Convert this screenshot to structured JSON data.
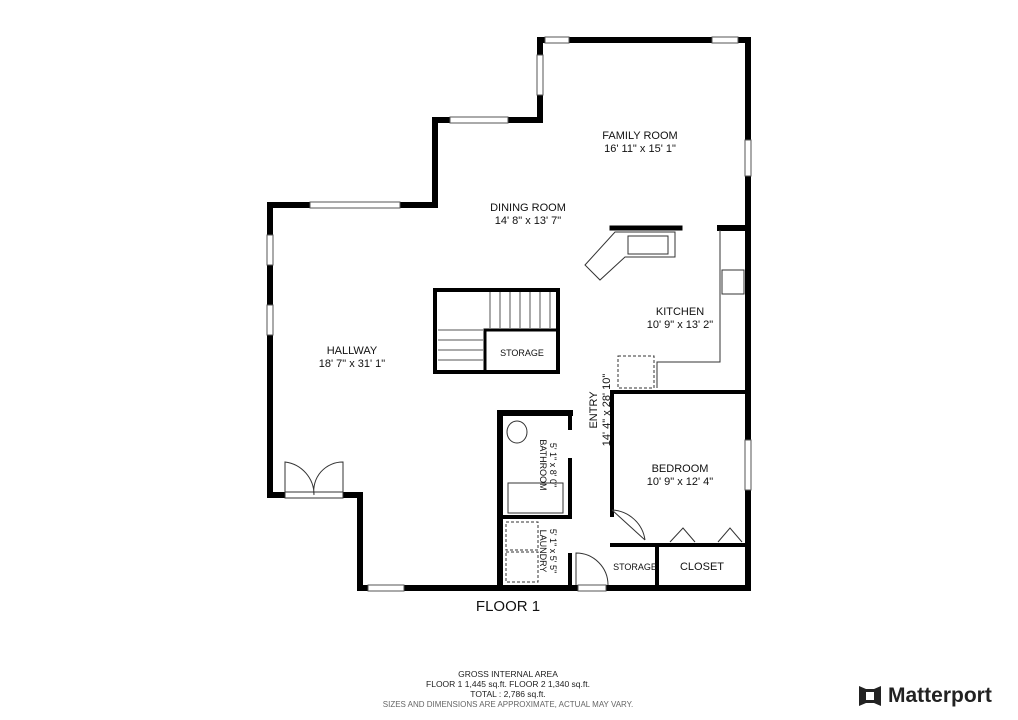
{
  "floor_label": "FLOOR 1",
  "rooms": [
    {
      "name": "FAMILY ROOM",
      "dims": "16' 11\" x 15' 1\""
    },
    {
      "name": "DINING ROOM",
      "dims": "14' 8\" x 13' 7\""
    },
    {
      "name": "KITCHEN",
      "dims": "10' 9\" x 13' 2\""
    },
    {
      "name": "HALLWAY",
      "dims": "18' 7\" x 31' 1\""
    },
    {
      "name": "STORAGE",
      "dims": ""
    },
    {
      "name": "ENTRY",
      "dims": "14' 4\" x 28' 10\""
    },
    {
      "name": "BEDROOM",
      "dims": "10' 9\" x 12' 4\""
    },
    {
      "name": "BATHROOM",
      "dims": "5' 1\" x 8' 0\""
    },
    {
      "name": "LAUNDRY",
      "dims": "5' 1\" x 5' 5\""
    },
    {
      "name": "STORAGE",
      "dims": ""
    },
    {
      "name": "CLOSET",
      "dims": ""
    }
  ],
  "footer": {
    "title": "GROSS INTERNAL AREA",
    "floors": "FLOOR 1 1,445 sq.ft.   FLOOR 2 1,340 sq.ft.",
    "total": "TOTAL :  2,786 sq.ft.",
    "disclaimer": "SIZES AND DIMENSIONS ARE APPROXIMATE, ACTUAL MAY VARY."
  },
  "brand": {
    "name": "Matterport",
    "icon": "matterport-logo-icon"
  }
}
